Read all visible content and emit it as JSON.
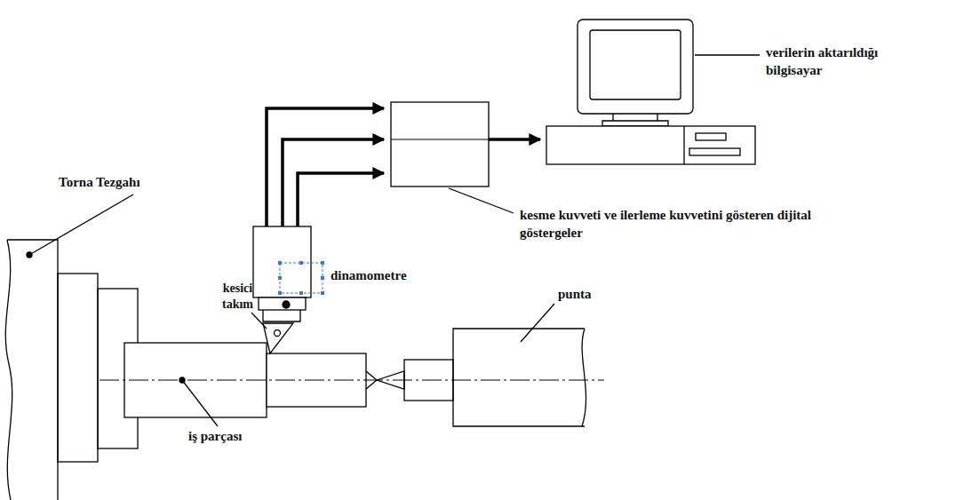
{
  "diagram": {
    "labels": [
      "verilerin aktarıldığı bilgisayar",
      "Torna Tezgahı",
      "kesme kuvveti ve ilerleme kuvvetini gösteren dijital göstergeler",
      "dinamometre",
      "kesici takım",
      "punta",
      "iş parçası"
    ]
  }
}
